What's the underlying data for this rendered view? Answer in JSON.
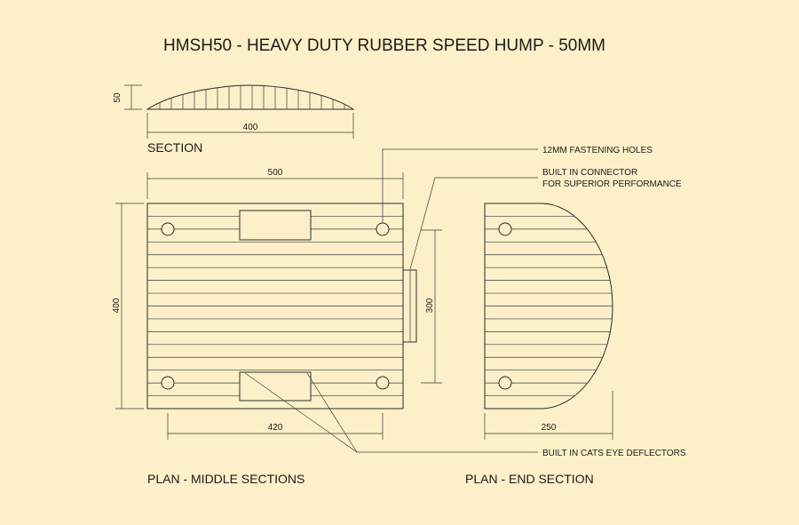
{
  "title": "HMSH50 - HEAVY DUTY RUBBER SPEED HUMP - 50MM",
  "labels": {
    "section": "SECTION",
    "plan_middle": "PLAN - MIDDLE SECTIONS",
    "plan_end": "PLAN - END SECTION"
  },
  "callouts": {
    "fastening_holes": "12MM FASTENING HOLES",
    "connector_line1": "BUILT  IN CONNECTOR",
    "connector_line2": "FOR SUPERIOR PERFORMANCE",
    "deflectors": "BUILT IN CATS EYE DEFLECTORS"
  },
  "dimensions": {
    "section_height": "50",
    "section_width": "400",
    "middle_width": "500",
    "middle_height": "400",
    "connector_length": "300",
    "hole_spacing": "420",
    "end_width": "250"
  },
  "colors": {
    "background": "#fdf0c8",
    "line": "#2a2a2a"
  }
}
